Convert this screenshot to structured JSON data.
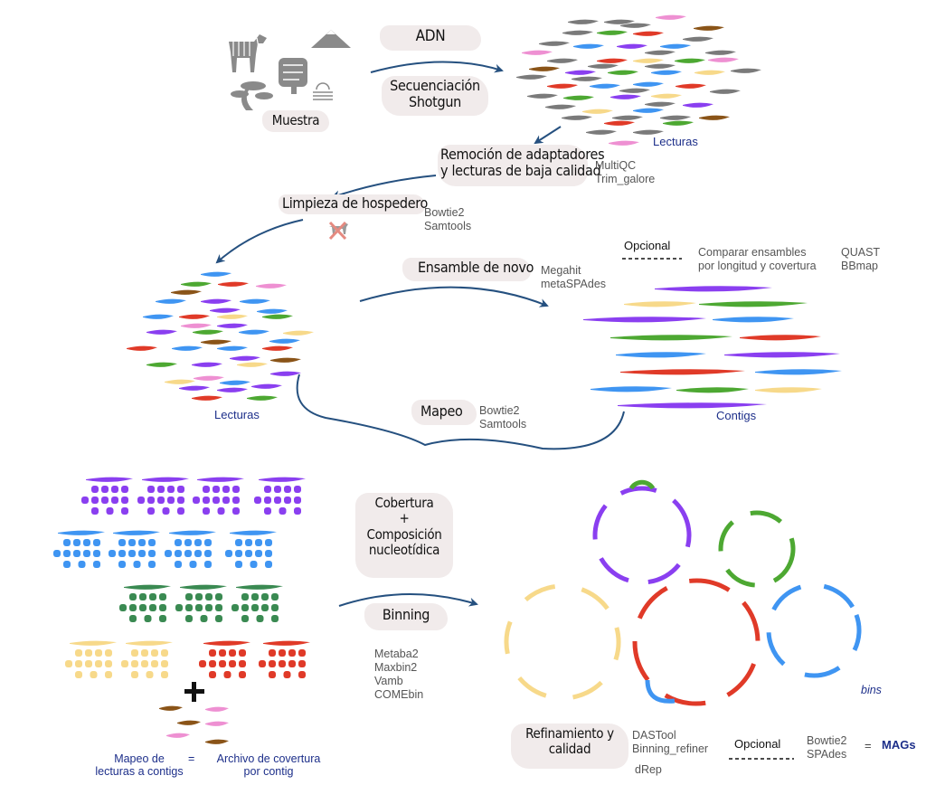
{
  "colors": {
    "purple": "#8a3ff0",
    "blue": "#3f95f2",
    "green": "#4da832",
    "darkgreen": "#3a8a52",
    "red": "#e03a28",
    "yellow": "#f7d98a",
    "pink": "#ee90d2",
    "brown": "#8a5418",
    "gray": "#7a7a7a",
    "arrow": "#25507f",
    "label_blue": "#1d2f8a",
    "brush_bg": "#f1ebeb"
  },
  "sample": {
    "label": "Muestra",
    "icons": [
      "zebra-icon",
      "mountain-icon",
      "intestine-icon",
      "bonsai-tree-icon",
      "ocean-icon"
    ]
  },
  "sequencing": {
    "top_label": "ADN",
    "bottom_label": "Secuenciación\nShotgun"
  },
  "raw_reads": {
    "label": "Lecturas"
  },
  "trimming": {
    "label": "Remoción de adaptadores\ny lecturas de baja calidad",
    "tools": "MultiQC\nTrim_galore"
  },
  "host_removal": {
    "label": "Limpieza de hospedero",
    "tools": "Bowtie2\nSamtools",
    "icon": "crossed-zebra-icon"
  },
  "clean_reads": {
    "label": "Lecturas"
  },
  "assembly": {
    "label": "Ensamble de novo",
    "tools": "Megahit\nmetaSPAdes",
    "optional_label": "Opcional",
    "optional_desc": "Comparar ensambles\npor longitud y covertura",
    "optional_tools": "QUAST\nBBmap"
  },
  "contigs": {
    "label": "Contigs"
  },
  "mapping": {
    "label": "Mapeo",
    "tools": "Bowtie2\nSamtools"
  },
  "coverage": {
    "plus": "+",
    "left_label": "Mapeo de\nlecturas a contigs",
    "equals": "=",
    "right_label": "Archivo de covertura\npor contig"
  },
  "binning": {
    "features_label": "Cobertura\n+\nComposición\nnucleotídica",
    "label": "Binning",
    "tools": "Metaba2\nMaxbin2\nVamb\nCOMEbin"
  },
  "bins": {
    "label": "bins"
  },
  "refinement": {
    "label": "Refinamiento y\ncalidad",
    "tools": "DASTool\nBinning_refiner",
    "tools2": "dRep",
    "optional_label": "Opcional",
    "optional_tools": "Bowtie2\nSPAdes",
    "equals": "=",
    "result": "MAGs"
  }
}
